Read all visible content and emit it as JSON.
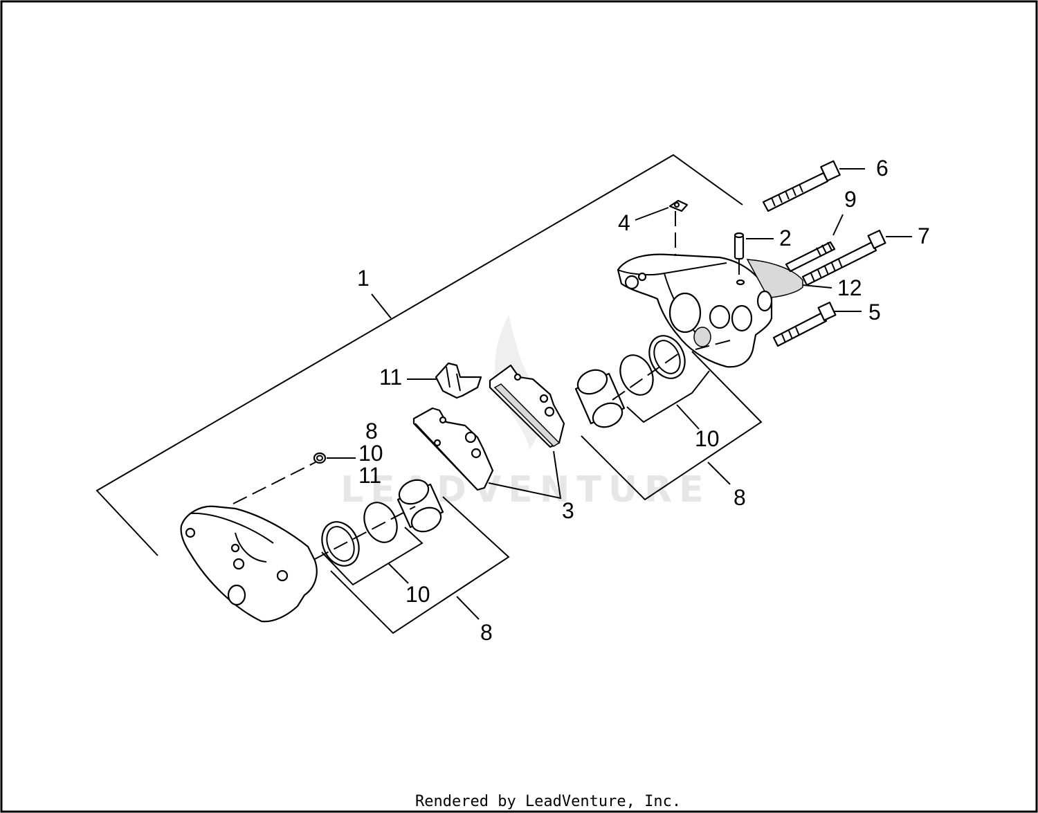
{
  "diagram": {
    "callouts": {
      "c1": "1",
      "c2": "2",
      "c3": "3",
      "c4": "4",
      "c5": "5",
      "c6": "6",
      "c7": "7",
      "c9": "9",
      "c11_top": "11",
      "c12": "12",
      "c10_right": "10",
      "c8_right": "8",
      "c8_stack": "8",
      "c10_stack": "10",
      "c11_stack": "11",
      "c10_left": "10",
      "c8_left": "8"
    },
    "watermark": "LEADVENTURE"
  },
  "footer": {
    "text": "Rendered by LeadVenture, Inc."
  }
}
